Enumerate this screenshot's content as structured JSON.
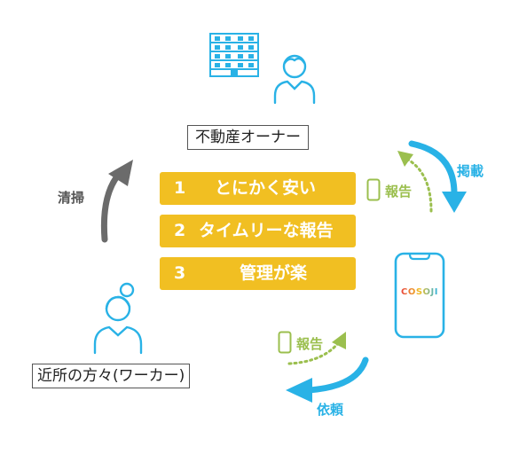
{
  "colors": {
    "blue": "#29b2e6",
    "yellow": "#f1bf22",
    "green": "#9bbf4e",
    "gray": "#6b6b6b",
    "text": "#222222"
  },
  "owner": {
    "label": "不動産オーナー"
  },
  "worker": {
    "label": "近所の方々(ワーカー)"
  },
  "features": [
    {
      "num": "1",
      "text": "とにかく安い"
    },
    {
      "num": "2",
      "text": "タイムリーな報告"
    },
    {
      "num": "3",
      "text": "管理が楽"
    }
  ],
  "flows": {
    "post": "掲載",
    "request": "依頼",
    "clean": "清掃",
    "report_top": "報告",
    "report_bottom": "報告"
  },
  "phone": {
    "app_name": "COSOJI"
  },
  "icons": [
    "building-icon",
    "owner-person-icon",
    "worker-person-icon",
    "smartphone-icon",
    "small-phone-icon"
  ]
}
